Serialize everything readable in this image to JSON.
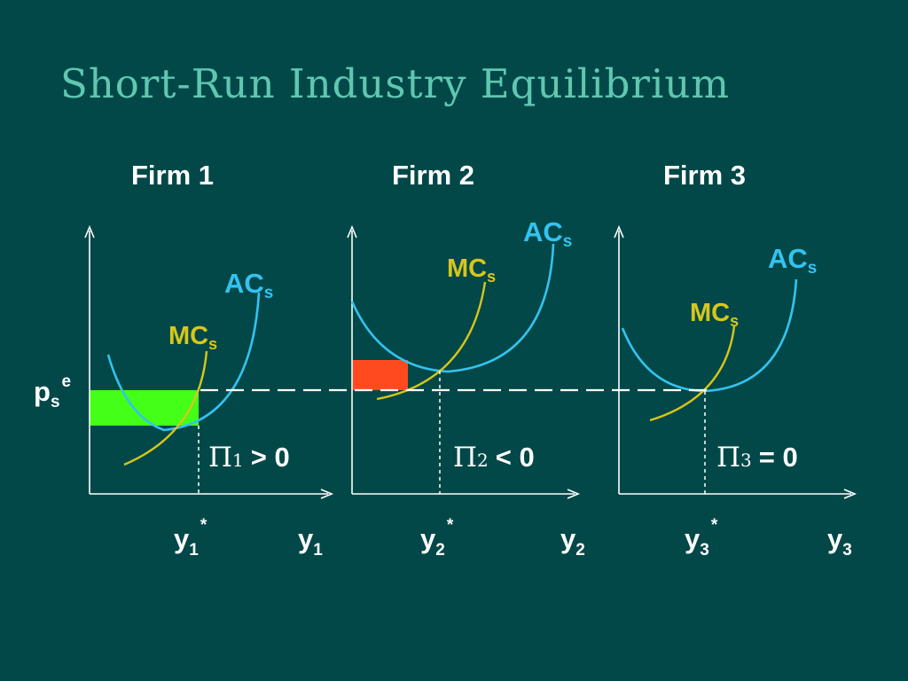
{
  "slide": {
    "title": "Short-Run Industry Equilibrium"
  },
  "firms": [
    {
      "label": "Firm 1",
      "ac_label": "AC",
      "ac_sub": "s",
      "mc_label": "MC",
      "mc_sub": "s",
      "profit_symbol": "Π",
      "profit_index": "1",
      "profit_relation": "> 0",
      "output_opt_label": "y",
      "output_opt_sub": "1",
      "output_opt_sup": "*",
      "output_axis_label": "y",
      "output_axis_sub": "1"
    },
    {
      "label": "Firm 2",
      "ac_label": "AC",
      "ac_sub": "s",
      "mc_label": "MC",
      "mc_sub": "s",
      "profit_symbol": "Π",
      "profit_index": "2",
      "profit_relation": "< 0",
      "output_opt_label": "y",
      "output_opt_sub": "2",
      "output_opt_sup": "*",
      "output_axis_label": "y",
      "output_axis_sub": "2"
    },
    {
      "label": "Firm 3",
      "ac_label": "AC",
      "ac_sub": "s",
      "mc_label": "MC",
      "mc_sub": "s",
      "profit_symbol": "Π",
      "profit_index": "3",
      "profit_relation": "= 0",
      "output_opt_label": "y",
      "output_opt_sub": "3",
      "output_opt_sup": "*",
      "output_axis_label": "y",
      "output_axis_sub": "3"
    }
  ],
  "price": {
    "label": "p",
    "sub": "s",
    "sup": "e"
  },
  "colors": {
    "background": "#034848",
    "title": "#5FC7B0",
    "ac_curve": "#33C3F0",
    "mc_curve": "#D7C61B",
    "profit_area": "#44FF17",
    "loss_area": "#FF4A1F"
  }
}
